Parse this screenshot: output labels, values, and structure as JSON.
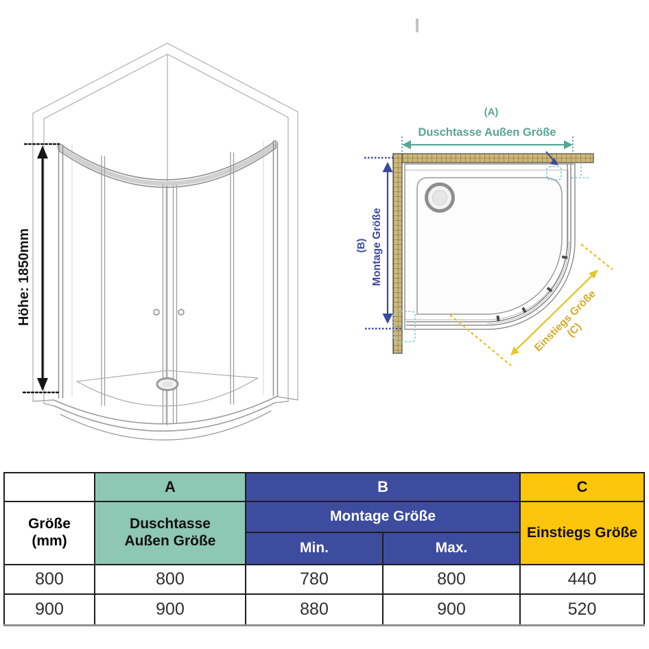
{
  "colors": {
    "teal": "#57a596",
    "blue": "#3a4a9e",
    "gold": "#d4ab25",
    "gold_arrow": "#e3c62e",
    "cyan": "#86cfe3",
    "table_teal": "#8ec7b3",
    "table_blue": "#3d4c9e",
    "table_yellow": "#fdc50b",
    "wall_tan": "#cdb87a"
  },
  "front_view": {
    "height_label": "Höhe: 1850mm"
  },
  "plan_view": {
    "dim_a_tag": "(A)",
    "dim_a_label": "Duschtasse Außen Größe",
    "dim_b_tag": "(B)",
    "dim_b_label": "Montage Größe",
    "dim_c_label": "Einstiegs Größe",
    "dim_c_tag": "(C)"
  },
  "table": {
    "col_a": "A",
    "col_b": "B",
    "col_c": "C",
    "size_header_line1": "Größe",
    "size_header_line2": "(mm)",
    "a_header_line1": "Duschtasse",
    "a_header_line2": "Außen Größe",
    "b_header": "Montage Größe",
    "min_header": "Min.",
    "max_header": "Max.",
    "c_header": "Einstiegs Größe",
    "rows": [
      {
        "size": "800",
        "a": "800",
        "min": "780",
        "max": "800",
        "c": "440"
      },
      {
        "size": "900",
        "a": "900",
        "min": "880",
        "max": "900",
        "c": "520"
      }
    ]
  }
}
